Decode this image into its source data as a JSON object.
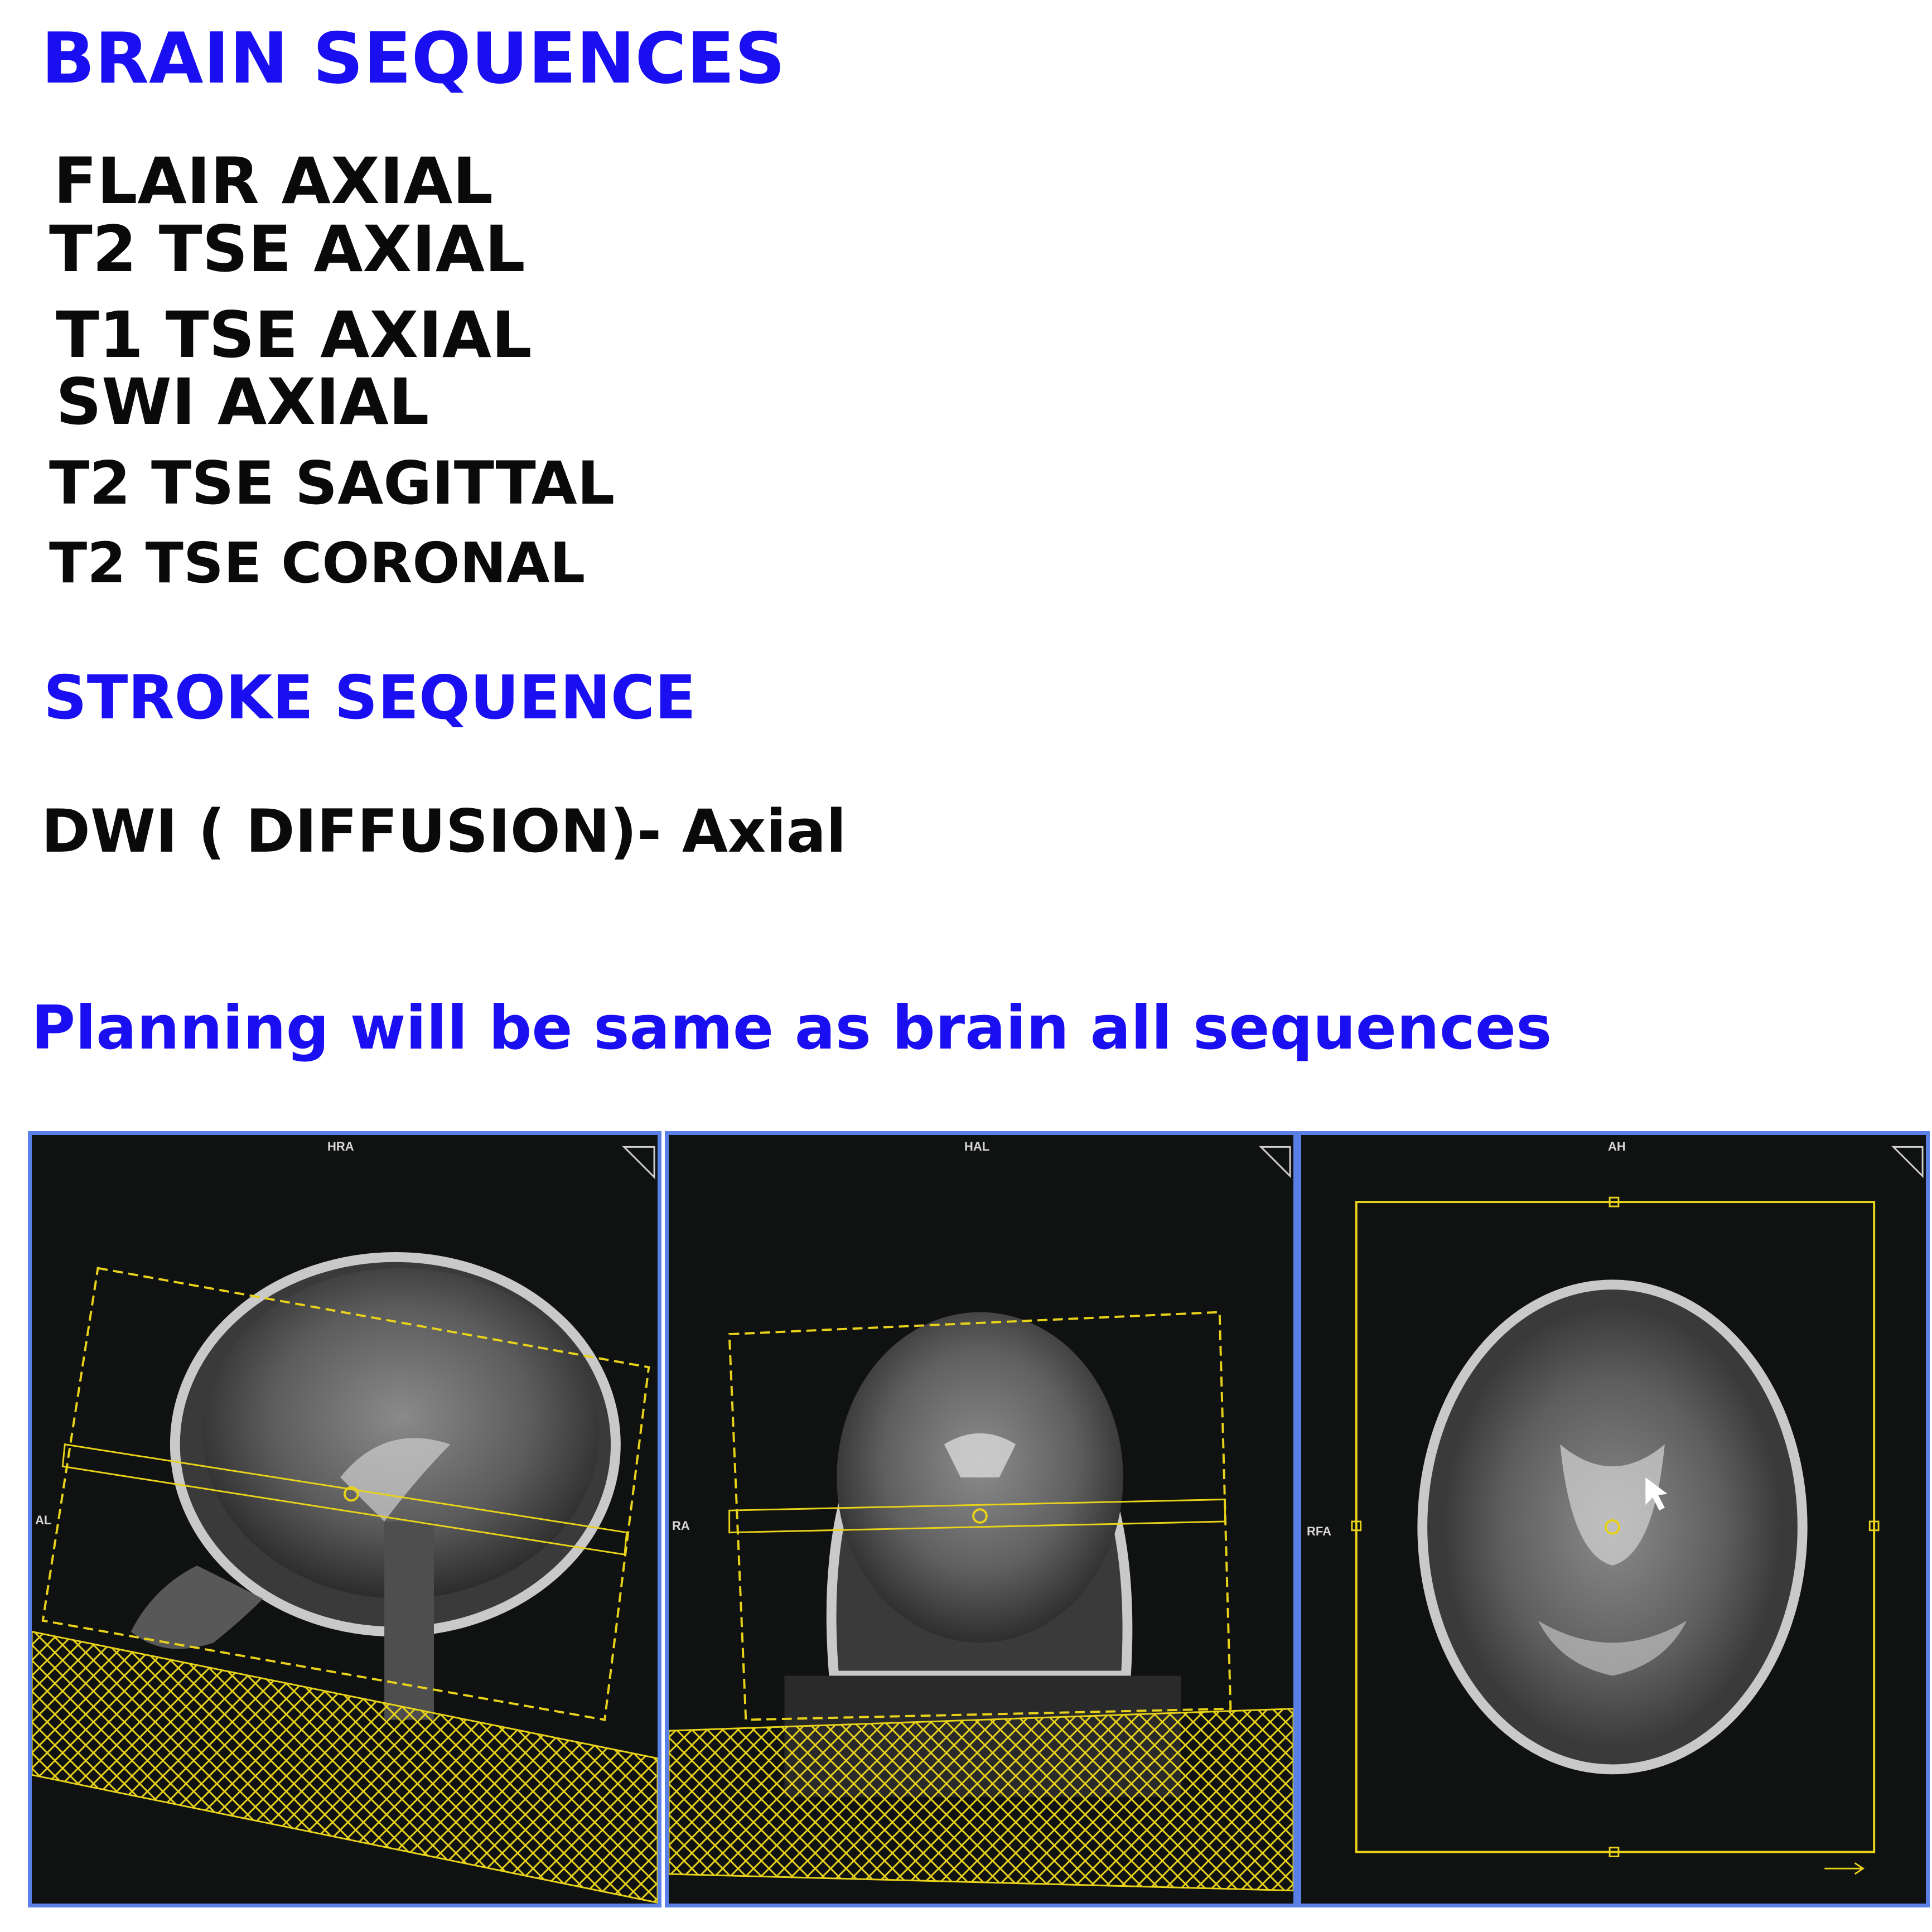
{
  "headings": {
    "brain": "BRAIN SEQUENCES",
    "stroke": "STROKE SEQUENCE",
    "planning": "Planning will be same as brain all sequences"
  },
  "brain_sequences": [
    "FLAIR AXIAL",
    "T2 TSE AXIAL",
    "T1 TSE AXIAL",
    "SWI AXIAL",
    "T2 TSE SAGITTAL",
    "T2 TSE CORONAL"
  ],
  "stroke_sequences": [
    "DWI ( DIFFUSION)- Axial"
  ],
  "panels": [
    {
      "view": "sagittal",
      "top_label": "HRA",
      "side_label": "AL"
    },
    {
      "view": "coronal",
      "top_label": "HAL",
      "side_label": "RA"
    },
    {
      "view": "axial",
      "top_label": "AH",
      "side_label": "RFA"
    }
  ],
  "colors": {
    "heading": "#1a0ff0",
    "text": "#0a0a0a",
    "planning_box": "#e8d21a",
    "panel_border": "#5a7fe6"
  }
}
